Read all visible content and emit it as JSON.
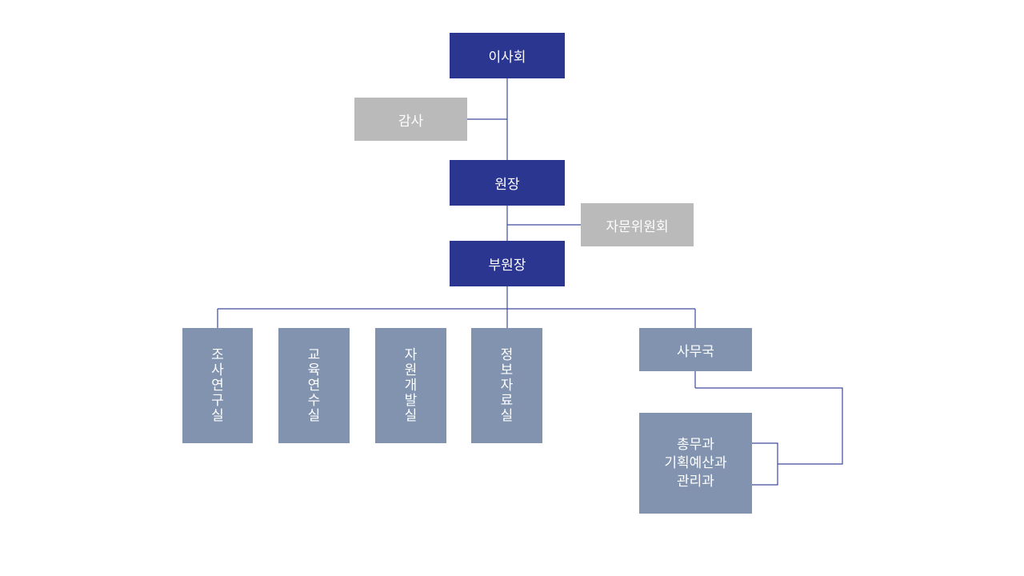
{
  "org": {
    "board": "이사회",
    "audit": "감사",
    "director": "원장",
    "advisory": "자문위원회",
    "vice_director": "부원장",
    "departments": [
      "조사연구실",
      "교육연수실",
      "자원개발실",
      "정보자료실"
    ],
    "secretariat": "사무국",
    "sections": [
      "총무과",
      "기획예산과",
      "관리과"
    ]
  },
  "colors": {
    "primary": "#2b3690",
    "support": "#bababa",
    "unit": "#8193ae",
    "line": "#3d4a9e"
  }
}
